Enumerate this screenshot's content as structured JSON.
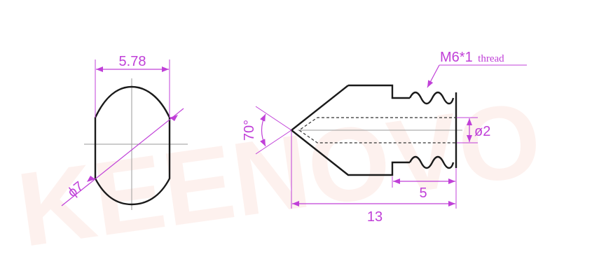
{
  "watermark": "KEENOVO",
  "colors": {
    "dimension": "#c040d8",
    "outline": "#1a1a1a",
    "centerline": "#9a9a9a",
    "watermark": "#fde9e4"
  },
  "front_view": {
    "width_label": "5.78",
    "diameter_label": "ϕ7"
  },
  "side_view": {
    "angle_label": "70°",
    "bore_label": "ø2",
    "thread_length_label": "5",
    "total_length_label": "13",
    "thread_callout": {
      "spec": "M6*1",
      "suffix": "thread"
    }
  }
}
